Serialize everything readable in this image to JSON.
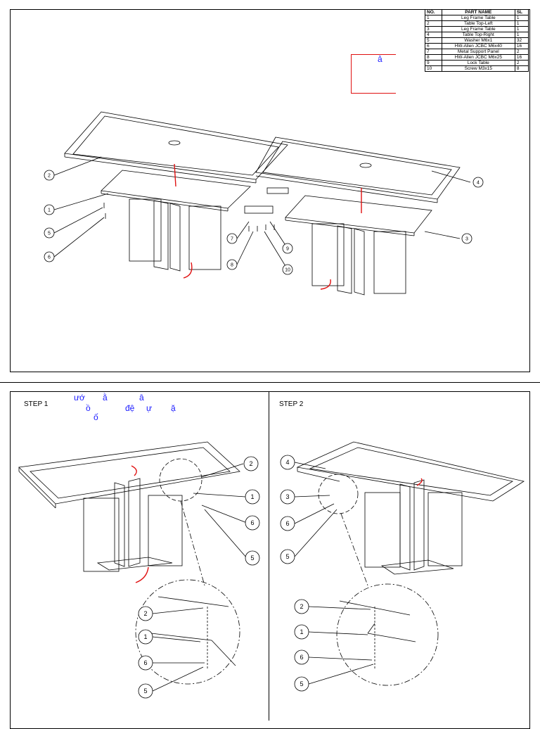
{
  "parts_table": {
    "headers": [
      "NO.",
      "PART NAME",
      "SL"
    ],
    "rows": [
      [
        "1",
        "Leg Frame Table",
        "1"
      ],
      [
        "2",
        "Table Top-Left",
        "1"
      ],
      [
        "3",
        "Leg Frame Table",
        "1"
      ],
      [
        "4",
        "Table Top-Right",
        "1"
      ],
      [
        "5",
        "Washer M6x1",
        "32"
      ],
      [
        "6",
        "HW-Allen JCBC M6x40",
        "16"
      ],
      [
        "7",
        "Metal Support Panel",
        "2"
      ],
      [
        "8",
        "HW-Allen JCBC M6x25",
        "16"
      ],
      [
        "9",
        "Lock Table",
        "2"
      ],
      [
        "10",
        "Screw M3x15",
        "8"
      ]
    ]
  },
  "top_note": "ả",
  "overview_callouts": {
    "c2": "2",
    "c1": "1",
    "c5": "5",
    "c6": "6",
    "c7": "7",
    "c8": "8",
    "c9": "9",
    "c10": "10",
    "c4": "4",
    "c3": "3"
  },
  "step1": {
    "title": "STEP 1",
    "notes": [
      "ướ",
      "ằ",
      "â",
      "ồ",
      "đệ",
      "ự",
      "ặ",
      "ố"
    ],
    "callouts": {
      "a2": "2",
      "a1": "1",
      "a6": "6",
      "a5": "5",
      "d2": "2",
      "d1": "1",
      "d6": "6",
      "d5": "5"
    }
  },
  "step2": {
    "title": "STEP 2",
    "callouts": {
      "a4": "4",
      "a3": "3",
      "a6": "6",
      "a5": "5",
      "d2": "2",
      "d1": "1",
      "d6": "6",
      "d5": "5"
    }
  },
  "colors": {
    "line": "#000000",
    "red": "#e01010",
    "blue": "#1a1aff"
  }
}
